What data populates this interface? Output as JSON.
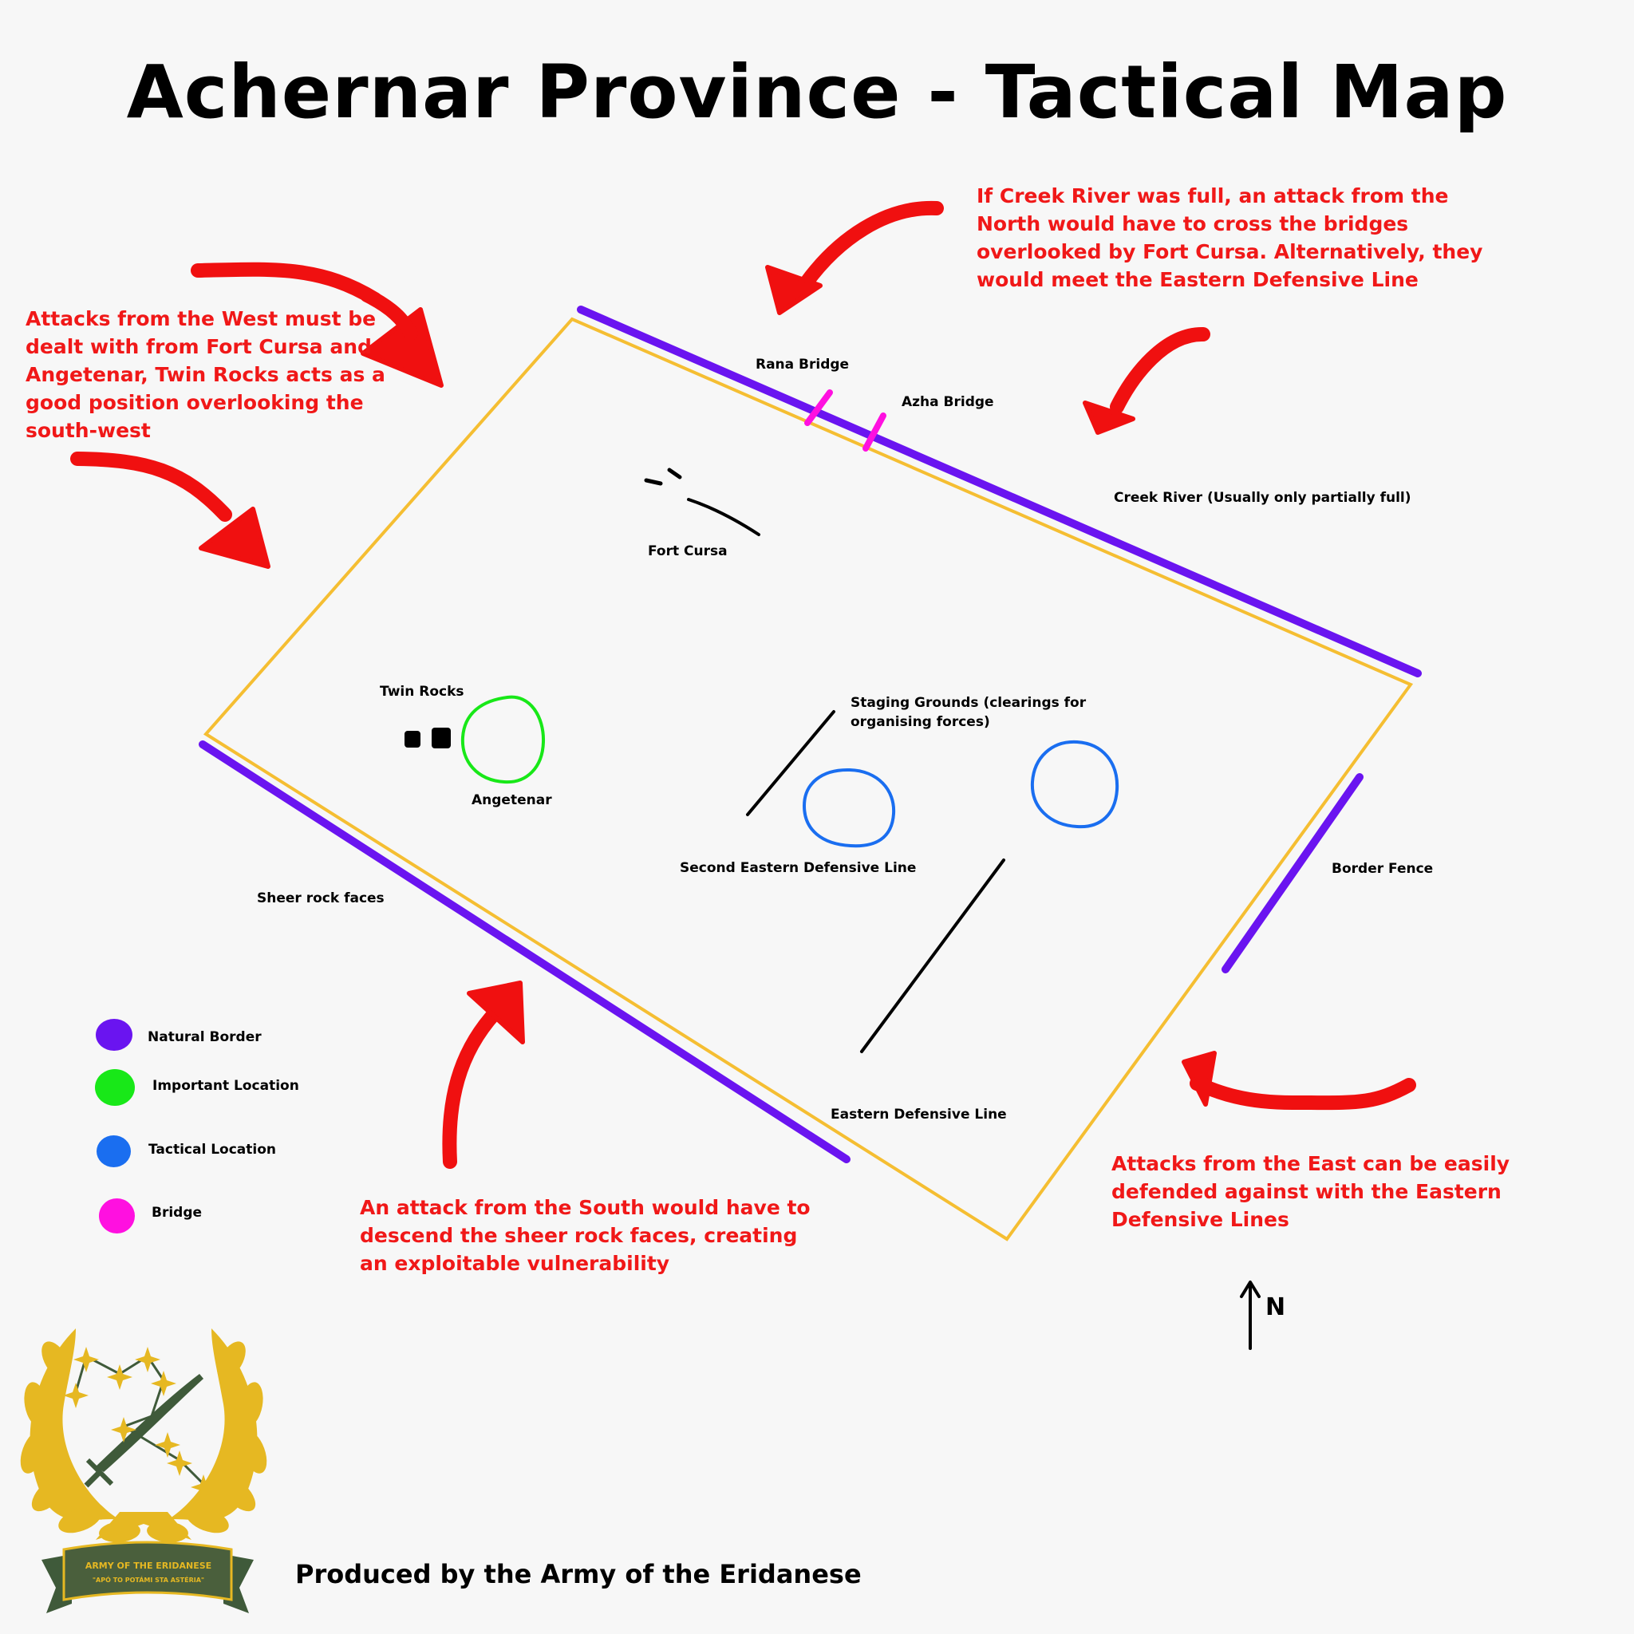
{
  "title": "Achernar Province - Tactical Map",
  "notes": {
    "west": "Attacks from the West must be dealt with from Fort Cursa and Angetenar, Twin Rocks acts as a good position overlooking the south-west",
    "north": "If Creek River was full, an attack from the North would have to cross the bridges overlooked by Fort Cursa. Alternatively, they would meet the Eastern Defensive Line",
    "south": "An attack from the South would have to descend the sheer rock faces, creating an exploitable vulnerability",
    "east": "Attacks from the East can be easily defended against with the Eastern Defensive Lines"
  },
  "labels": {
    "rana_bridge": "Rana Bridge",
    "azha_bridge": "Azha Bridge",
    "creek_river": "Creek River (Usually only partially full)",
    "fort_cursa": "Fort Cursa",
    "twin_rocks": "Twin Rocks",
    "angetenar": "Angetenar",
    "staging_grounds": "Staging Grounds (clearings for organising forces)",
    "second_eastern_line": "Second Eastern Defensive Line",
    "eastern_line": "Eastern Defensive Line",
    "sheer_rock": "Sheer rock faces",
    "border_fence": "Border Fence",
    "north": "N"
  },
  "legend": [
    {
      "label": "Natural Border",
      "color": "#6a14f0"
    },
    {
      "label": "Important Location",
      "color": "#18e818"
    },
    {
      "label": "Tactical Location",
      "color": "#1a6ef0"
    },
    {
      "label": "Bridge",
      "color": "#ff10e0"
    }
  ],
  "colors": {
    "province_outline": "#f5be32",
    "arrow": "#f01010",
    "natural_border": "#6a14f0",
    "important_location": "#18e818",
    "tactical_location": "#1a6ef0",
    "bridge": "#ff10e0"
  },
  "emblem": {
    "banner_text": "ARMY OF THE ERIDANESE",
    "motto": "\"APÓ TO POTÁMI STA ASTÉRIA\""
  },
  "credit": "Produced by the Army of the Eridanese"
}
